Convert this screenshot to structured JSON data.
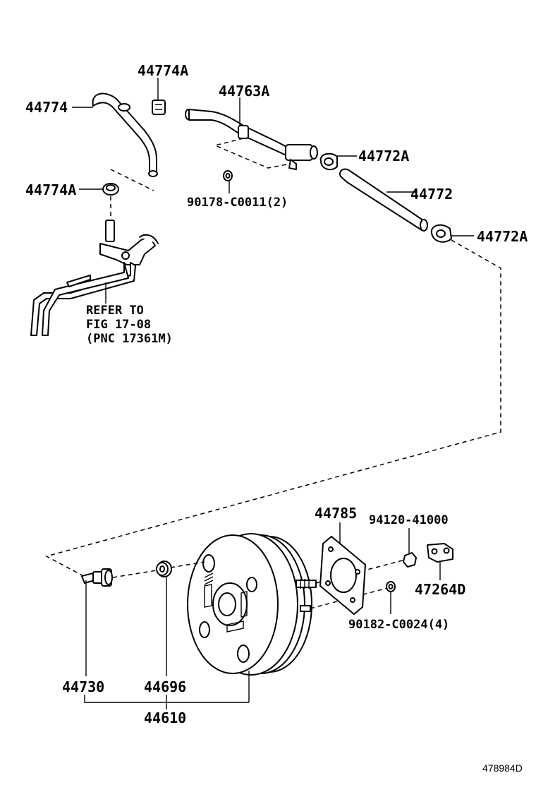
{
  "diagram": {
    "labels": {
      "p44774A_top": "44774A",
      "p44774": "44774",
      "p44774A_left": "44774A",
      "p44763A": "44763A",
      "p44772A_top": "44772A",
      "p44772": "44772",
      "p44772A_right": "44772A",
      "p90178": "90178-C0011(2)",
      "p44785": "44785",
      "p94120": "94120-41000",
      "p47264D": "47264D",
      "p90182": "90182-C0024(4)",
      "p44730": "44730",
      "p44696": "44696",
      "p44610": "44610"
    },
    "refer_note": [
      "REFER TO",
      "FIG 17-08",
      "(PNC 17361M)"
    ],
    "footer_code": "478984D"
  }
}
